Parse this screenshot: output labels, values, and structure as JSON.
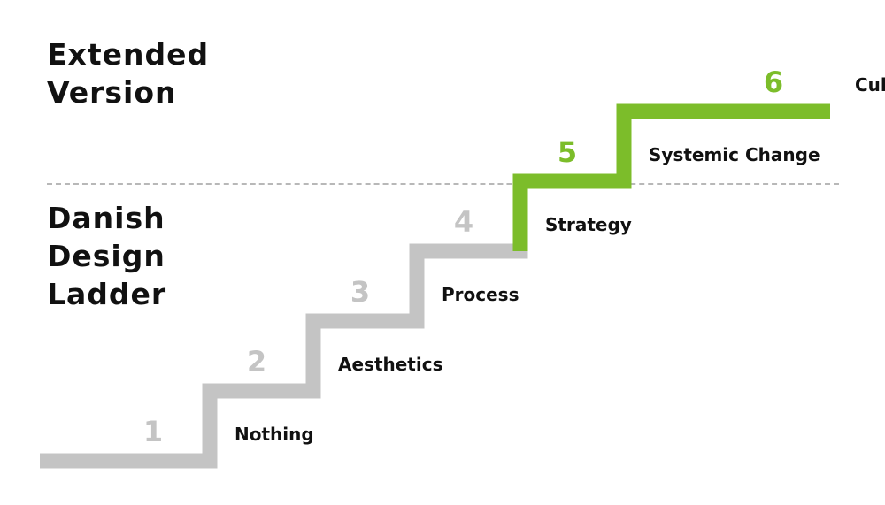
{
  "titles": {
    "extended": [
      "Extended",
      "Version"
    ],
    "base": [
      "Danish",
      "Design",
      "Ladder"
    ]
  },
  "colors": {
    "base_stair": "#c4c4c4",
    "extended_stair": "#7cbd2a",
    "base_number": "#c4c4c4",
    "extended_number": "#7cbd2a",
    "label": "#111111",
    "divider": "#b8b8b8"
  },
  "steps": [
    {
      "number": "1",
      "label": "Nothing",
      "tier": "base"
    },
    {
      "number": "2",
      "label": "Aesthetics",
      "tier": "base"
    },
    {
      "number": "3",
      "label": "Process",
      "tier": "base"
    },
    {
      "number": "4",
      "label": "Strategy",
      "tier": "base"
    },
    {
      "number": "5",
      "label": "Systemic Change",
      "tier": "extended"
    },
    {
      "number": "6",
      "label": "Culture",
      "tier": "extended"
    }
  ]
}
